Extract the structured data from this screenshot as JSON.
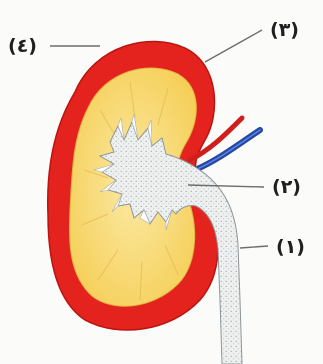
{
  "labels": {
    "label_1": "(١)",
    "label_2": "(٢)",
    "label_3": "(٣)",
    "label_4": "(٤)"
  },
  "colors": {
    "cortex": "#e4231f",
    "cortex_edge": "#b9140f",
    "medulla": "#f7d86c",
    "medulla_light": "#fbe9a4",
    "pelvis": "#eef0f0",
    "pelvis_dots": "#9aa2a6",
    "artery": "#cf1f1c",
    "vein": "#2347a8",
    "ureter": "#eceeee",
    "leader": "#6d6d6d",
    "text": "#1f1f1f"
  }
}
